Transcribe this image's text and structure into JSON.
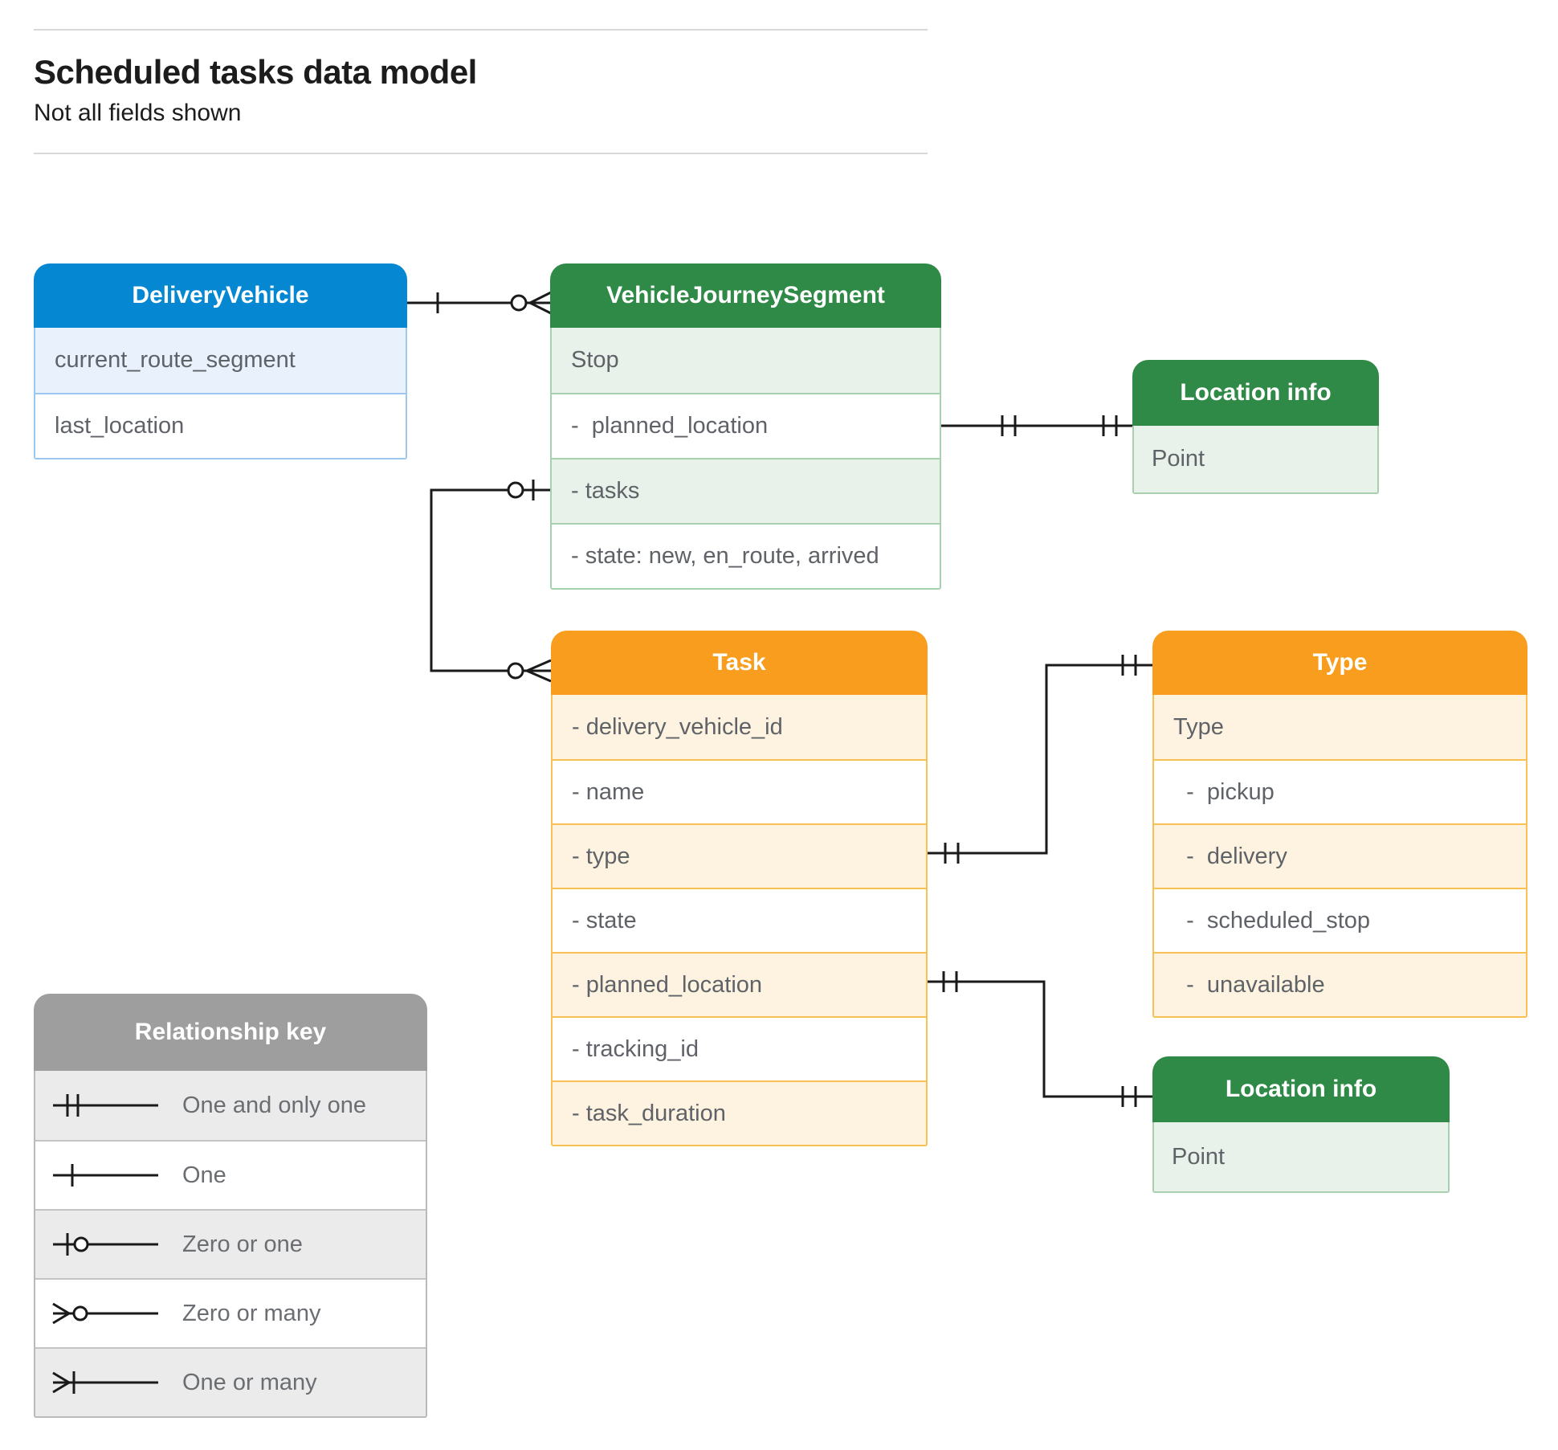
{
  "page": {
    "title": "Scheduled tasks data model",
    "subtitle": "Not all fields shown"
  },
  "entities": {
    "delivery_vehicle": {
      "title": "DeliveryVehicle",
      "fields": [
        "current_route_segment",
        "last_location"
      ]
    },
    "vehicle_journey_segment": {
      "title": "VehicleJourneySegment",
      "fields": [
        "Stop",
        "-  planned_location",
        "- tasks",
        "- state: new, en_route, arrived"
      ]
    },
    "location_info_top": {
      "title": "Location info",
      "fields": [
        "Point"
      ]
    },
    "task": {
      "title": "Task",
      "fields": [
        "- delivery_vehicle_id",
        "- name",
        "- type",
        "- state",
        "- planned_location",
        "- tracking_id",
        "- task_duration"
      ]
    },
    "type": {
      "title": "Type",
      "fields": [
        "Type",
        "  -  pickup",
        "  -  delivery",
        "  -  scheduled_stop",
        "  -  unavailable"
      ]
    },
    "location_info_bottom": {
      "title": "Location info",
      "fields": [
        "Point"
      ]
    }
  },
  "legend": {
    "title": "Relationship key",
    "items": [
      {
        "symbol": "one-and-only-one",
        "label": "One and only one"
      },
      {
        "symbol": "one",
        "label": "One"
      },
      {
        "symbol": "zero-or-one",
        "label": "Zero or one"
      },
      {
        "symbol": "zero-or-many",
        "label": "Zero or many"
      },
      {
        "symbol": "one-or-many",
        "label": "One or many"
      }
    ]
  },
  "colors": {
    "blue_header": "#0687d2",
    "blue_tint": "#e9f1fc",
    "green_header": "#2f8a47",
    "green_tint": "#e9f2ea",
    "orange_header": "#f89d1d",
    "orange_tint": "#fdf3e0",
    "gray_header": "#9e9e9e",
    "gray_tint": "#ebebeb",
    "line": "#1a1a1a",
    "row_text": "#5f6368"
  }
}
